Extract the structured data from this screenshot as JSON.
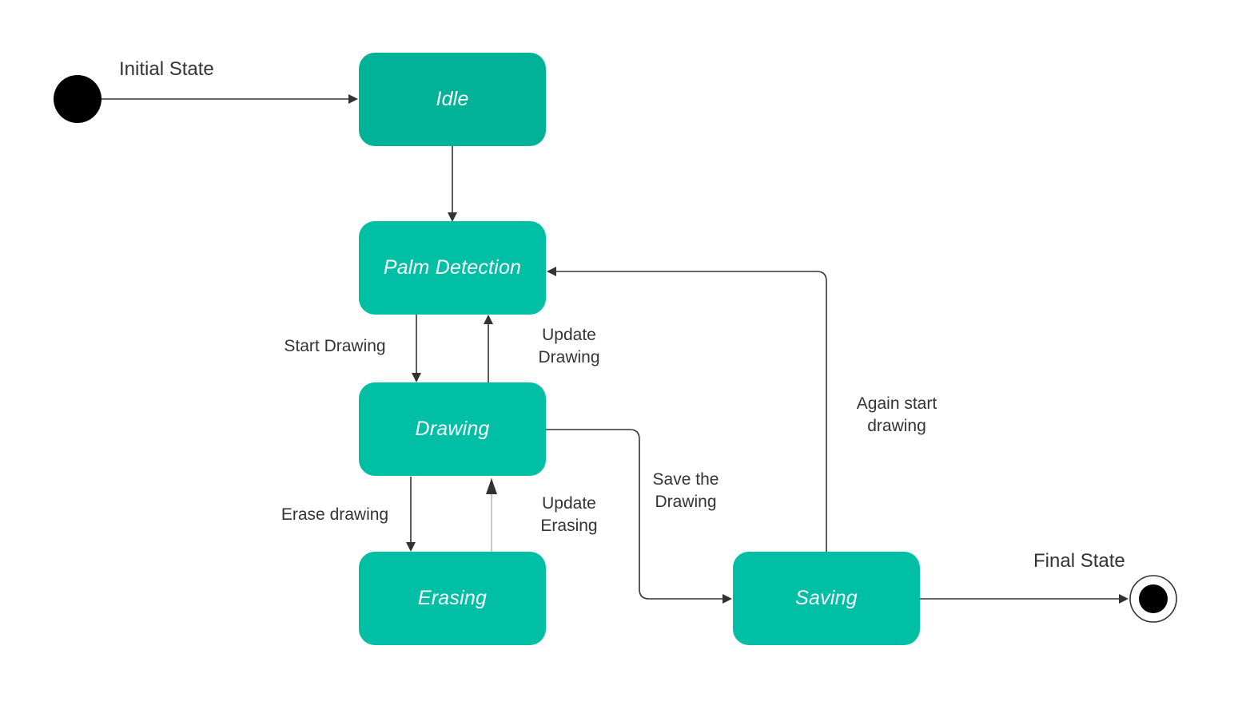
{
  "states": {
    "idle": "Idle",
    "palm_detection": "Palm Detection",
    "drawing": "Drawing",
    "erasing": "Erasing",
    "saving": "Saving"
  },
  "pseudostates": {
    "initial_label": "Initial State",
    "final_label": "Final State"
  },
  "transitions": {
    "start_drawing": "Start Drawing",
    "update_drawing": "Update\nDrawing",
    "erase_drawing": "Erase drawing",
    "update_erasing": "Update\nErasing",
    "save_the_drawing": "Save the\nDrawing",
    "again_start_drawing": "Again start\ndrawing"
  },
  "colors": {
    "state_fill": "#00BFA5",
    "idle_fill": "#00B398",
    "state_text": "#FFFFFF",
    "edge": "#333333",
    "pseudostate": "#000000"
  }
}
